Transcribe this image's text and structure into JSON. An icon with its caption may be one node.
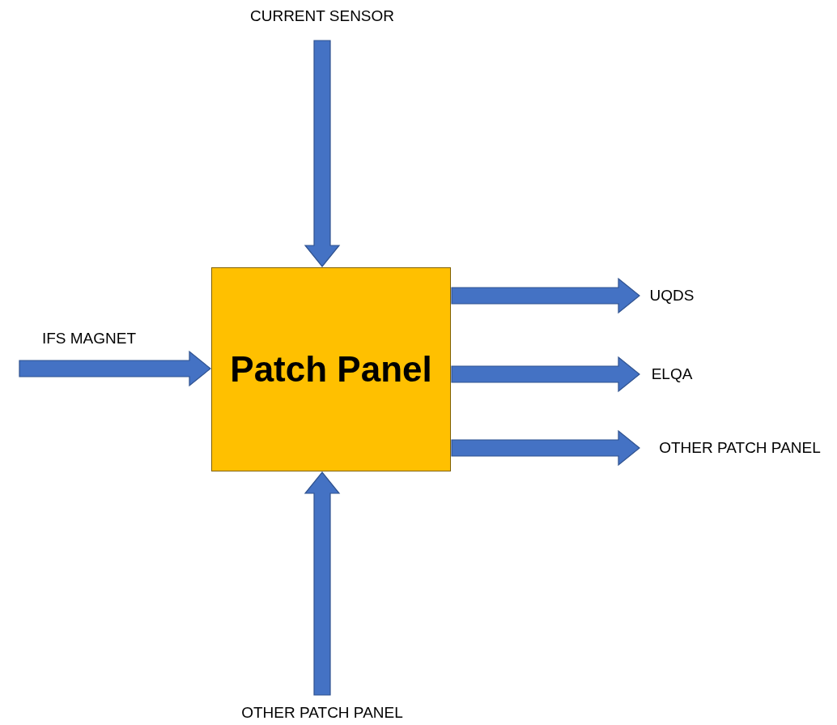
{
  "diagram": {
    "nodes": [
      {
        "text": [
          "Patch Panel"
        ]
      },
      {
        "text": [
          "CURRENT SENSOR"
        ]
      },
      {
        "text": [
          "IFS MAGNET"
        ]
      },
      {
        "text": [
          "UQDS"
        ]
      },
      {
        "text": [
          "ELQA"
        ]
      },
      {
        "text": [
          "OTHER PATCH PANEL"
        ]
      },
      {
        "text": [
          "OTHER PATCH PANEL"
        ]
      }
    ],
    "edges": [
      {
        "from": 1,
        "to": 0,
        "arrow": "to"
      },
      {
        "from": 2,
        "to": 0,
        "arrow": "to"
      },
      {
        "from": 0,
        "to": 3,
        "arrow": "to"
      },
      {
        "from": 0,
        "to": 4,
        "arrow": "to"
      },
      {
        "from": 0,
        "to": 5,
        "arrow": "to"
      },
      {
        "from": 6,
        "to": 0,
        "arrow": "to"
      }
    ]
  }
}
